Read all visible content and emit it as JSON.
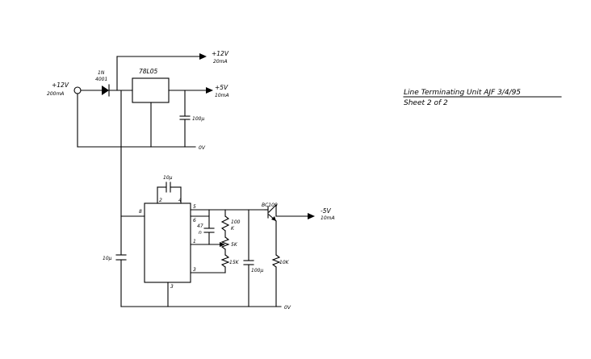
{
  "title_block": {
    "line1": "Line Terminating Unit  AJF  3/4/95",
    "line2": "Sheet 2 of 2"
  },
  "labels": {
    "input_voltage": "+12V",
    "input_current": "200mA",
    "diode_type": "1N",
    "diode_number": "4001",
    "regulator": "78L05",
    "out12_voltage": "+12V",
    "out12_current": "20mA",
    "out5_voltage": "+5V",
    "out5_current": "10mA",
    "cap_100u_top": "100µ",
    "ground_top": "0V",
    "cap_10u_feedback": "10µ",
    "cap_10u_left": "10µ",
    "cap_47": "47",
    "cap_47_unit": "n",
    "res_100k_a": "100",
    "res_100k_b": "K",
    "pot_5k": "5K",
    "res_15k": "15K",
    "cap_100u_bottom": "100µ",
    "res_10k": "10K",
    "transistor": "BC109",
    "outneg5_voltage": "-5V",
    "outneg5_current": "10mA",
    "ground_bottom": "0V",
    "pin_2": "2",
    "pin_3": "3",
    "pin_4": "4",
    "pin_5": "5",
    "pin_6": "6",
    "pin_8": "8",
    "pin_1": "1",
    "pin_3b": "3"
  }
}
